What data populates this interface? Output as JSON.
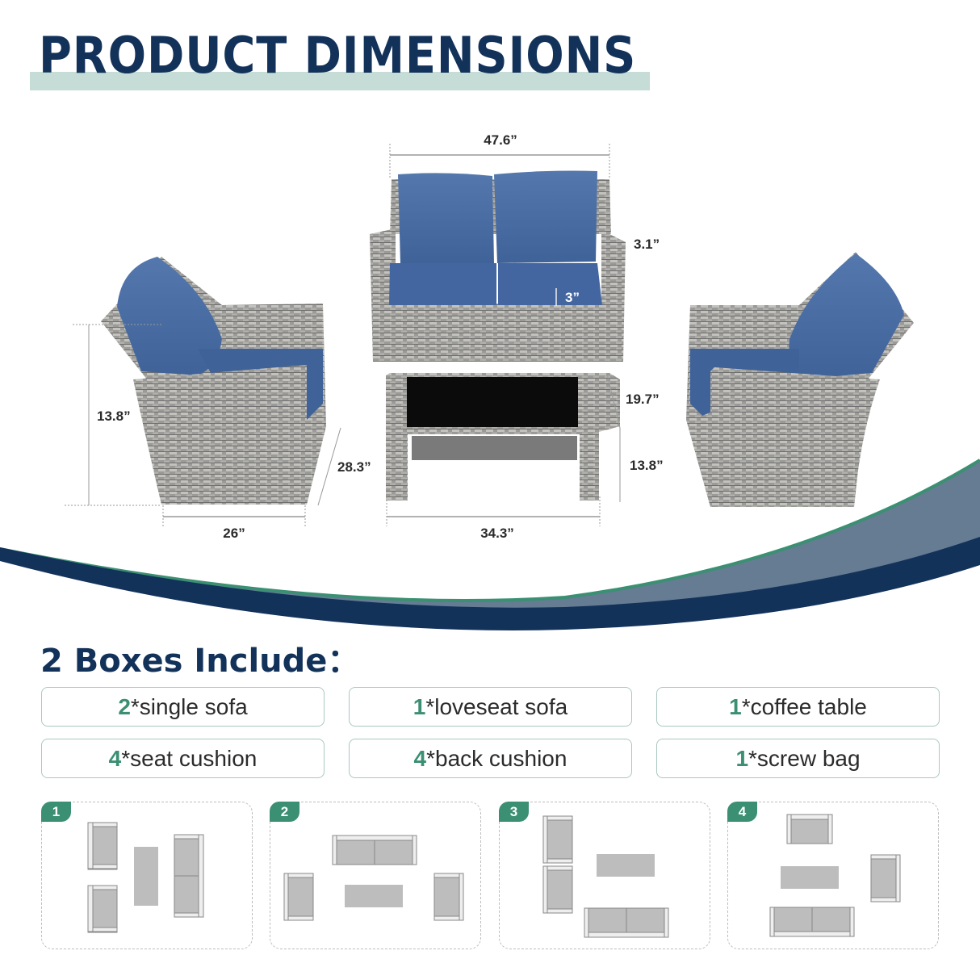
{
  "header": {
    "title": "PRODUCT DIMENSIONS",
    "accent_band_color": "#c5ddd6",
    "title_color": "#13325a"
  },
  "dimensions": {
    "loveseat_width": "47.6”",
    "armrest_width": "3.1”",
    "seat_cushion_thickness": "3”",
    "single_sofa_seat_height": "13.8”",
    "single_sofa_width": "26”",
    "single_sofa_depth": "28.3”",
    "table_depth": "19.7”",
    "table_height": "13.8”",
    "table_width": "34.3”"
  },
  "products": {
    "left_chair": "single-sofa",
    "center_top": "loveseat-sofa",
    "center_bottom": "coffee-table",
    "right_chair": "single-sofa",
    "cushion_color": "#4a6fa5",
    "wicker_color": "#8c8c8c"
  },
  "wave": {
    "navy": "#13325a",
    "slate": "#657c93",
    "green": "#3b8f72"
  },
  "boxes": {
    "title": "2 Boxes Include：",
    "items": [
      {
        "qty": "2",
        "label": "*single sofa"
      },
      {
        "qty": "1",
        "label": "*loveseat sofa"
      },
      {
        "qty": "1",
        "label": "*coffee table"
      },
      {
        "qty": "4",
        "label": "*seat cushion"
      },
      {
        "qty": "4",
        "label": "*back cushion"
      },
      {
        "qty": "1",
        "label": "*screw bag"
      }
    ]
  },
  "layouts": [
    {
      "number": "1"
    },
    {
      "number": "2"
    },
    {
      "number": "3"
    },
    {
      "number": "4"
    }
  ]
}
